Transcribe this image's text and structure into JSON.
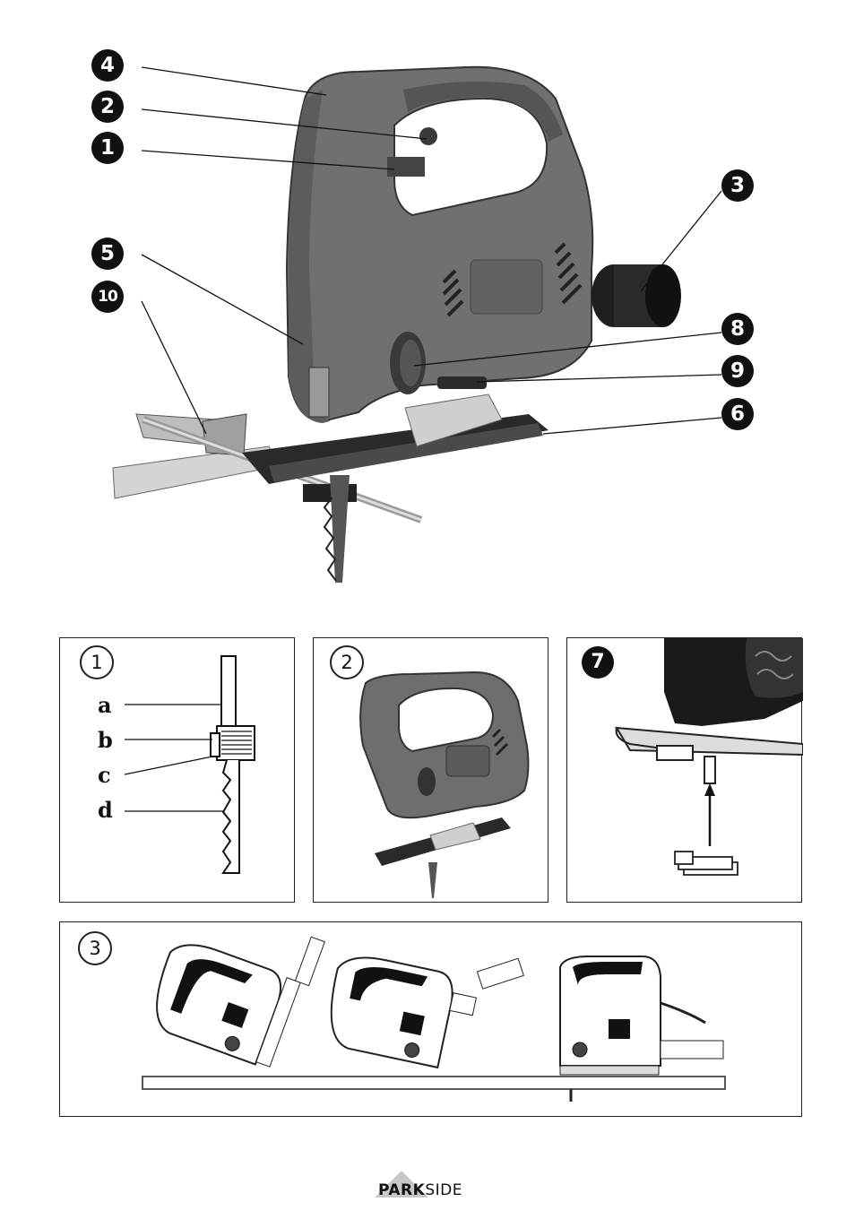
{
  "main_figure": {
    "callouts": [
      {
        "id": "c4",
        "label": "4"
      },
      {
        "id": "c2",
        "label": "2"
      },
      {
        "id": "c1",
        "label": "1"
      },
      {
        "id": "c5",
        "label": "5"
      },
      {
        "id": "c10",
        "label": "10"
      },
      {
        "id": "c3",
        "label": "3"
      },
      {
        "id": "c8",
        "label": "8"
      },
      {
        "id": "c9",
        "label": "9"
      },
      {
        "id": "c6",
        "label": "6"
      }
    ]
  },
  "panels": {
    "p1": {
      "number": "1",
      "labels": [
        "a",
        "b",
        "c",
        "d"
      ]
    },
    "p2": {
      "number": "2"
    },
    "p7": {
      "number": "7"
    },
    "p3": {
      "number": "3"
    }
  },
  "logo": {
    "bold": "PARK",
    "light": "SIDE"
  },
  "colors": {
    "body": "#6e6e6e",
    "dark": "#1a1a1a",
    "metal": "#c9c9c9"
  }
}
